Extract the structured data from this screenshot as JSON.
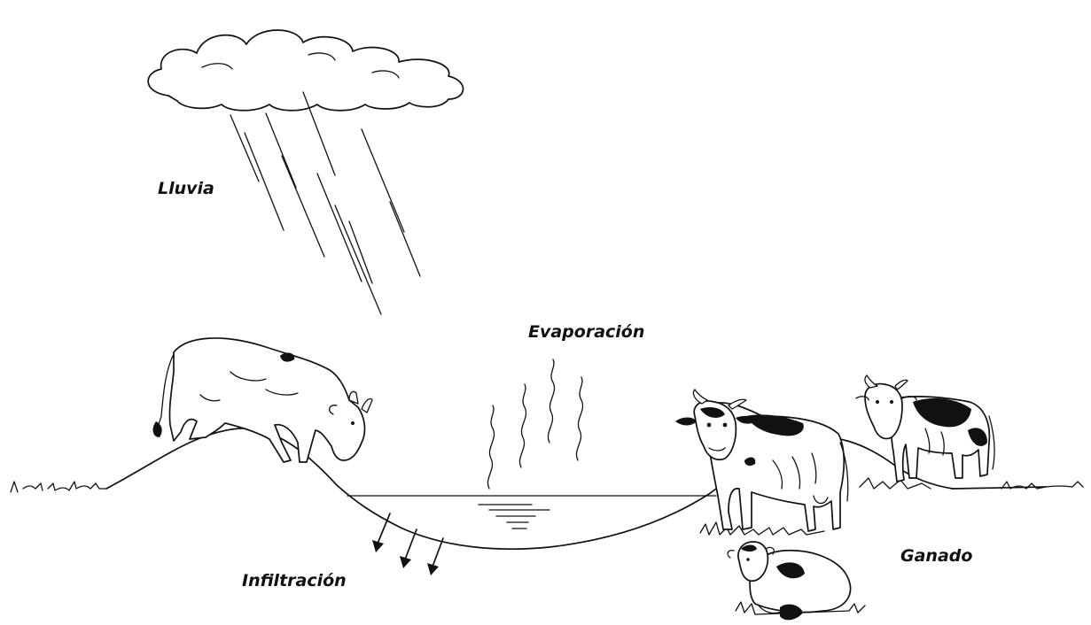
{
  "labels": {
    "rain": "Lluvia",
    "evaporation": "Evaporación",
    "infiltration": "Infiltración",
    "cattle": "Ganado"
  },
  "colors": {
    "ink": "#111111",
    "background": "#ffffff"
  },
  "icons": {
    "cloud": "cloud-icon",
    "rain": "rain-streaks-icon",
    "vapor": "vapor-wave-icon",
    "arrow": "arrow-down-icon",
    "cow": "cow-icon"
  }
}
